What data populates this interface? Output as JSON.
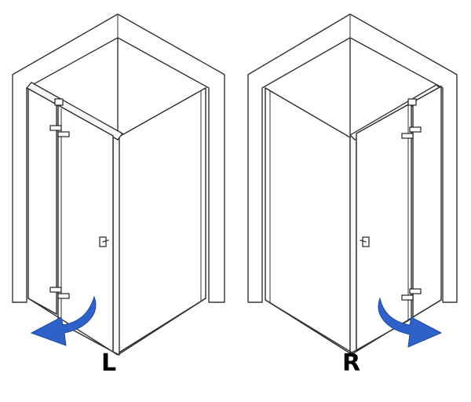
{
  "diagram": {
    "variants": [
      {
        "id": "left",
        "label": "L",
        "swing_direction": "left",
        "arrow_color": "#2f62c9"
      },
      {
        "id": "right",
        "label": "R",
        "swing_direction": "right",
        "arrow_color": "#2f62c9"
      }
    ],
    "colors": {
      "line": "#333333",
      "background": "#ffffff"
    }
  }
}
